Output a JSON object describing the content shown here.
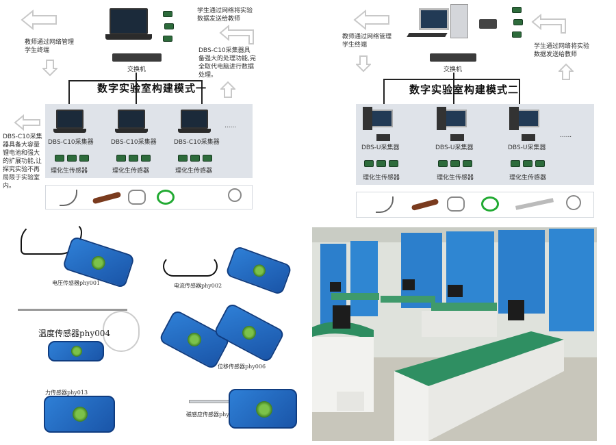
{
  "left_diagram": {
    "title": "数字实验室构建模式一",
    "teacher_note": "教师通过网络管理学生终端",
    "student_note": "学生通过网络将实验数据发送给教师",
    "collector_note": "DBS-C10采集器具备强大的处理功能,完全取代电脑进行数据处理。",
    "side_note": "DBS-C10采集器具备大容量锂电池和强大的扩展功能,让探究实验不再局限于实验室内。",
    "switch_label": "交换机",
    "collector_label": "DBS-C10采集器",
    "sensor_label": "理化生传感器",
    "ellipsis": "......"
  },
  "right_diagram": {
    "title": "数字实验室构建模式二",
    "teacher_note": "教师通过网络管理学生终端",
    "student_note": "学生通过网络将实验数据发送给教师",
    "switch_label": "交换机",
    "collector_label": "DBS-U采集器",
    "sensor_label": "理化生传感器",
    "ellipsis": "......"
  },
  "sensors": {
    "voltage": "电压传感器phy001",
    "current": "电流传感器phy002",
    "temperature": "温度传感器phy004",
    "displacement": "位移传感器phy006",
    "force": "力传感器phy013",
    "magnetic": "磁感应传感器phy007"
  }
}
